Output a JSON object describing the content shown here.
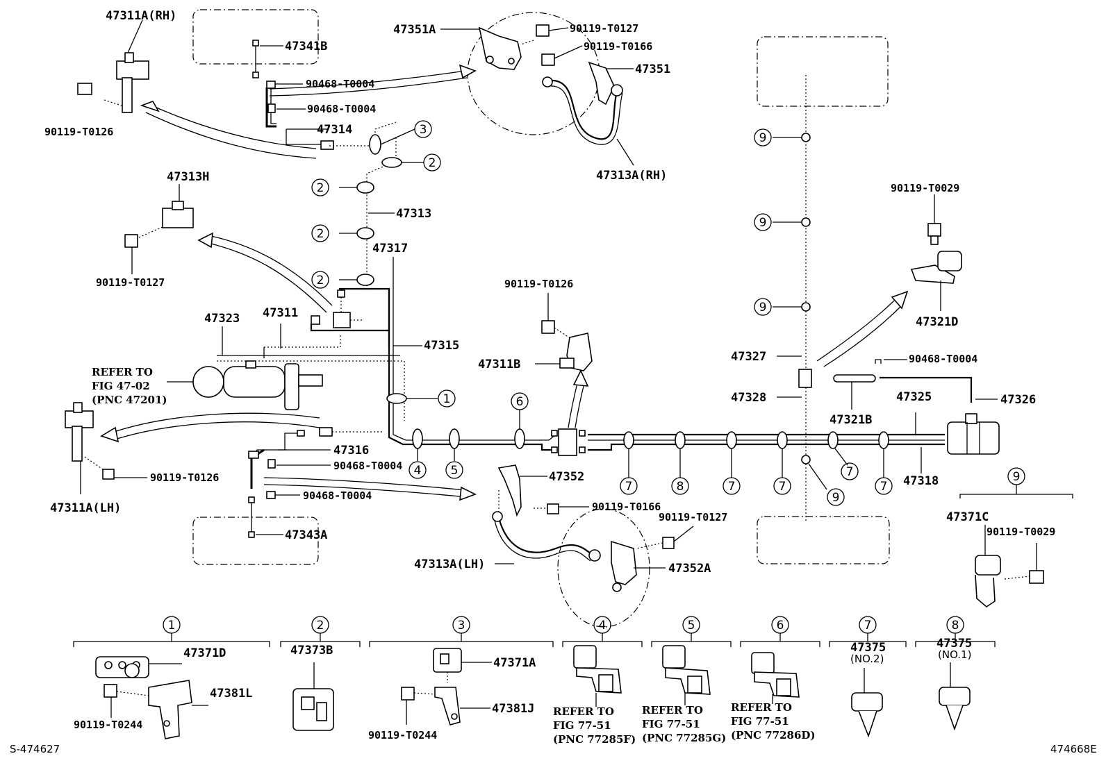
{
  "labels": {
    "p47311a_rh": "47311A(RH)",
    "p47341b": "47341B",
    "p90468_a": "90468-T0004",
    "p90468_b": "90468-T0004",
    "p47314": "47314",
    "p90119_t0126_a": "90119-T0126",
    "p47351a": "47351A",
    "p90119_t0127_a": "90119-T0127",
    "p90119_t0166_a": "90119-T0166",
    "p47351": "47351",
    "p47313a_rh": "47313A(RH)",
    "p47313h": "47313H",
    "p90119_t0127_b": "90119-T0127",
    "p47313": "47313",
    "p47317": "47317",
    "p47323": "47323",
    "p47311": "47311",
    "p47315": "47315",
    "p47316": "47316",
    "p90468_c": "90468-T0004",
    "p90468_d": "90468-T0004",
    "p47343a": "47343A",
    "p47311a_lh": "47311A(LH)",
    "p90119_t0126_b": "90119-T0126",
    "p90119_t0126_c": "90119-T0126",
    "p47311b": "47311B",
    "p47352": "47352",
    "p90119_t0166_b": "90119-T0166",
    "p90119_t0127_c": "90119-T0127",
    "p47313a_lh": "47313A(LH)",
    "p47352a": "47352A",
    "p90119_t0029_a": "90119-T0029",
    "p47321d": "47321D",
    "p90468_e": "90468-T0004",
    "p47327": "47327",
    "p47328": "47328",
    "p47321b": "47321B",
    "p47325": "47325",
    "p47326": "47326",
    "p47318": "47318",
    "p47371c": "47371C",
    "p90119_t0029_b": "90119-T0029",
    "p47371d": "47371D",
    "p47381l": "47381L",
    "p90119_t0244_a": "90119-T0244",
    "p47373b": "47373B",
    "p47371a": "47371A",
    "p47381j": "47381J",
    "p90119_t0244_b": "90119-T0244",
    "p47375_a": "47375",
    "p47375_a_sub": "(NO.2)",
    "p47375_b": "47375",
    "p47375_b_sub": "(NO.1)"
  },
  "refer_master": [
    "REFER TO",
    "FIG 47-02",
    "(PNC 47201)"
  ],
  "refer_4": [
    "REFER TO",
    "FIG 77-51",
    "(PNC 77285F)"
  ],
  "refer_5": [
    "REFER TO",
    "FIG 77-51",
    "(PNC 77285G)"
  ],
  "refer_6": [
    "REFER TO",
    "FIG 77-51",
    "(PNC 77286D)"
  ],
  "callouts": {
    "c1": "1",
    "c2": "2",
    "c3": "3",
    "c4": "4",
    "c5": "5",
    "c6": "6",
    "c7": "7",
    "c8": "8",
    "c9": "9"
  },
  "footer": {
    "left_code": "S-474627",
    "right_code": "474668E"
  }
}
